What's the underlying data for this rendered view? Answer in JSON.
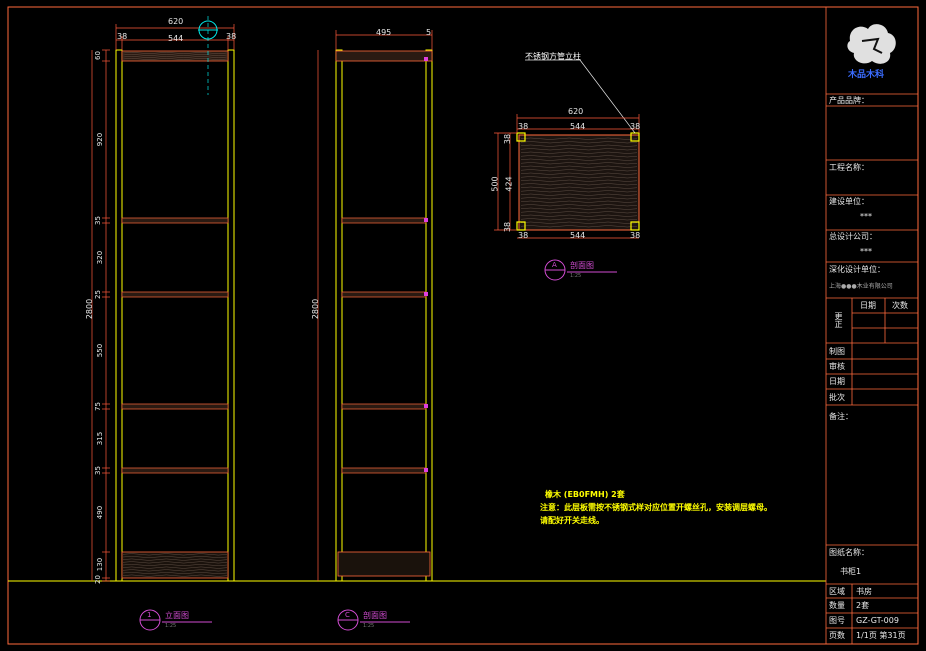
{
  "colors": {
    "frame": "#ff6a3d",
    "dim": "#ff5a3c",
    "cad_yellow": "#ffff00",
    "cyan": "#00e6e6",
    "magenta": "#d24cd2",
    "white": "#e8e8e8",
    "wood": "#b49a8a"
  },
  "front_view": {
    "top_width": "620",
    "inner_width": "544",
    "side_left": "38",
    "side_right": "38",
    "heights": [
      "60",
      "920",
      "35",
      "320",
      "25",
      "550",
      "75",
      "315",
      "35",
      "490",
      "130",
      "20"
    ],
    "total_height": "2800",
    "label_num": "1",
    "label_title": "立面图",
    "label_scale": "1:25"
  },
  "side_view": {
    "top_width": "495",
    "top_small": "5",
    "total_height": "2800",
    "label_num": "C",
    "label_title": "剖面图",
    "label_scale": "1:25"
  },
  "section_view": {
    "note": "不锈钢方管立柱",
    "top_width": "620",
    "inner_width": "544",
    "bottom_width": "544",
    "side_left": "38",
    "side_right": "38",
    "outer_height": "500",
    "inner_height": "424",
    "corner_top": "38",
    "corner_bottom": "38",
    "bottom_left": "38",
    "bottom_right": "38",
    "label_num": "A",
    "label_title": "剖面图",
    "label_scale": "1:25"
  },
  "notes": {
    "line1": "橡木 (EB0FMH)        2套",
    "line2": "注意：此层板需按不锈钢式样对应位置开螺丝孔，安装调层螺母。",
    "line3": "请配好开关走线。"
  },
  "title_block": {
    "logo_text": "木品木科",
    "product_brand": "产品品牌：",
    "project_name": "工程名称：",
    "build_unit": "建设单位：",
    "build_unit_val": "***",
    "design_company": "总设计公司：",
    "design_company_val": "***",
    "deepen_unit": "深化设计单位：",
    "deepen_unit_val": "上海●●●木业有限公司",
    "date_col": "日期",
    "times_col": "次数",
    "revise": "更正",
    "made_by": "制图",
    "reviewed": "审核",
    "date": "日期",
    "approved": "批次",
    "remarks": "备注：",
    "drawing_name": "图纸名称：",
    "drawing_name_val": "书柜1",
    "area_label": "区域",
    "area_val": "书房",
    "qty_label": "数量",
    "qty_val": "2套",
    "no_label": "图号",
    "no_val": "GZ-GT-009",
    "page_label": "页数",
    "page_val": "1/1页 第31页"
  }
}
